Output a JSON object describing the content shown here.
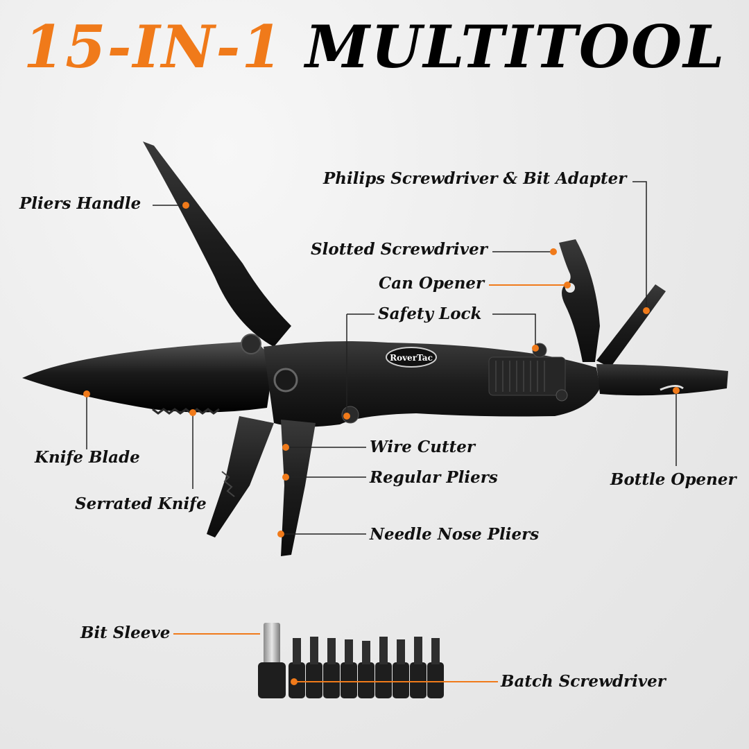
{
  "title": {
    "number": "15-IN-1",
    "word": "MULTITOOL"
  },
  "brand": "RoverTac",
  "labels": {
    "pliers_handle": "Pliers Handle",
    "philips": "Philips Screwdriver & Bit Adapter",
    "slotted": "Slotted Screwdriver",
    "can_opener": "Can Opener",
    "safety_lock": "Safety Lock",
    "knife_blade": "Knife Blade",
    "serrated_knife": "Serrated Knife",
    "wire_cutter": "Wire Cutter",
    "regular_pliers": "Regular Pliers",
    "needle_nose": "Needle Nose Pliers",
    "bottle_opener": "Bottle Opener",
    "bit_sleeve": "Bit Sleeve",
    "batch_screwdriver": "Batch Screwdriver"
  },
  "colors": {
    "accent": "#f07a1a",
    "tool": "#1b1b1b",
    "background": "#ececec"
  }
}
